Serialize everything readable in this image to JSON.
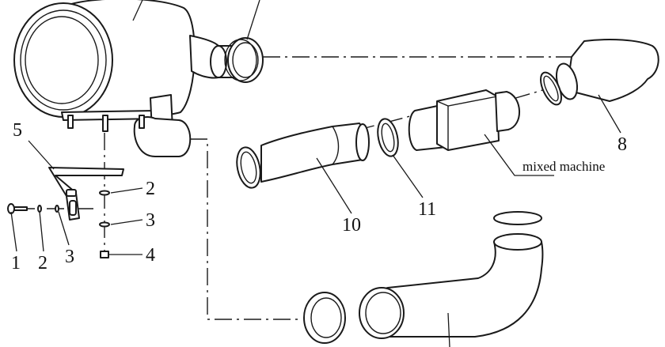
{
  "callouts": {
    "bolt": "1",
    "washer_left": "2",
    "spring_left": "3",
    "washer_right": "2",
    "spring_right": "3",
    "nut": "4",
    "bracket": "5",
    "elbow_8": "8",
    "hose_10": "10",
    "clamp_11": "11"
  },
  "labels": {
    "mixed_machine": "mixed machine"
  }
}
